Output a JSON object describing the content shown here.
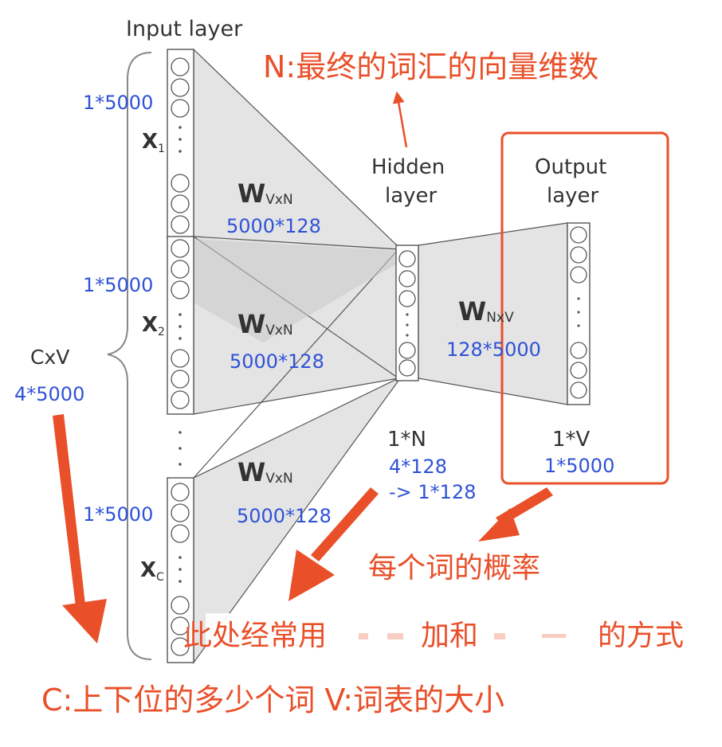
{
  "labels": {
    "input_layer": "Input layer",
    "hidden_layer_1": "Hidden",
    "hidden_layer_2": "layer",
    "output_layer_1": "Output",
    "output_layer_2": "layer",
    "x1": "X",
    "x1_sub": "1",
    "x2": "X",
    "x2_sub": "2",
    "xc": "X",
    "xc_sub": "C",
    "cxv": "CxV",
    "w_vxn_1": "W",
    "w_vxn_1_sub": "VxN",
    "w_vxn_2": "W",
    "w_vxn_2_sub": "VxN",
    "w_vxn_3": "W",
    "w_vxn_3_sub": "VxN",
    "w_nxv": "W",
    "w_nxv_sub": "NxV",
    "hidden_dim": "1*N",
    "output_dim": "1*V"
  },
  "annotations": {
    "input_dim_1": "1*5000",
    "input_dim_2": "1*5000",
    "input_dim_3": "1*5000",
    "cxv_value": "4*5000",
    "w1_size": "5000*128",
    "w2_size": "5000*128",
    "w3_size": "5000*128",
    "wout_size": "128*5000",
    "hidden_value_1": "4*128",
    "hidden_value_2": "-> 1*128",
    "output_value": "1*5000",
    "n_note": "N:最终的词汇的向量维数",
    "prob_note": "每个词的概率",
    "agg_note_1": "此处经常用",
    "agg_note_2": "加和",
    "agg_note_3": "的方式",
    "cv_note": "C:上下位的多少个词 V:词表的大小"
  },
  "colors": {
    "annotation_red": "#e9502a",
    "annotation_blue": "#2f52d6",
    "diagram_gray": "#333333",
    "trapezoid_fill": "#e6e6e6"
  }
}
